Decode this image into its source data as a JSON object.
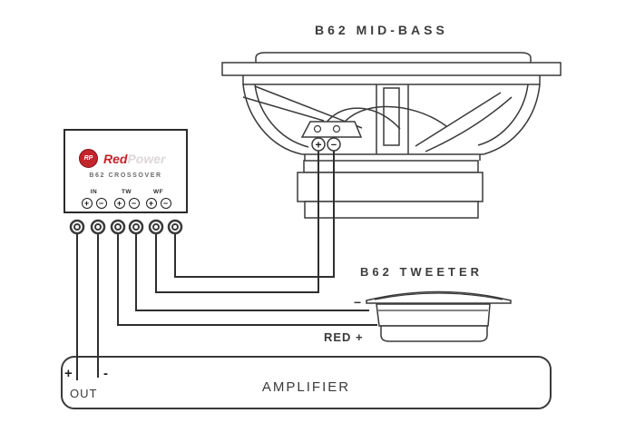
{
  "titles": {
    "midbass": "B62 MID-BASS",
    "tweeter": "B62 TWEETER"
  },
  "crossover": {
    "monogram": "RP",
    "brand_red": "Red",
    "brand_power": "Power",
    "model": "B62 CROSSOVER",
    "groups": [
      {
        "label": "IN",
        "plus": "+",
        "minus": "−"
      },
      {
        "label": "TW",
        "plus": "+",
        "minus": "−"
      },
      {
        "label": "WF",
        "plus": "+",
        "minus": "−"
      }
    ]
  },
  "midbass": {
    "plus": "+",
    "minus": "−"
  },
  "tweeter": {
    "neg_label": "−",
    "pos_label": "RED +"
  },
  "amplifier": {
    "name": "AMPLIFIER",
    "out": "OUT",
    "plus": "+",
    "minus": "-"
  },
  "colors": {
    "line": "#3a3a3a",
    "wire": "#2f2f2f",
    "brand_red": "#c4242b",
    "watermark": "#ddd8d8"
  }
}
